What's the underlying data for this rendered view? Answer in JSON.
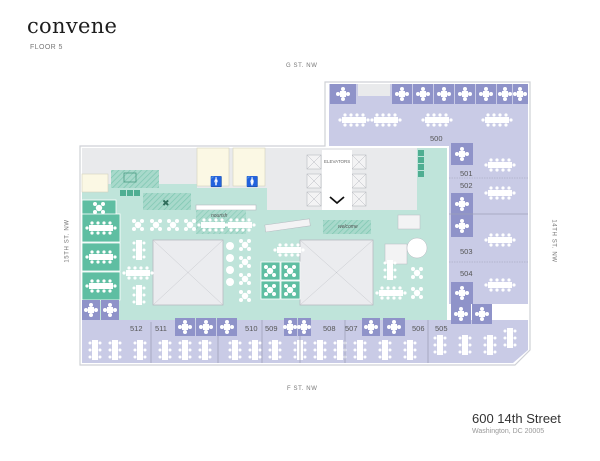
{
  "header": {
    "brand": "convene",
    "floor": "FLOOR 5"
  },
  "streets": {
    "north": "G ST. NW",
    "south": "F ST. NW",
    "west": "15TH ST. NW",
    "east": "14TH ST. NW"
  },
  "address": {
    "street": "600 14th Street",
    "city": "Washington, DC 20005"
  },
  "rooms": {
    "r500": "500",
    "r501": "501",
    "r502": "502",
    "r503": "503",
    "r504": "504",
    "r505": "505",
    "r506": "506",
    "r507": "507",
    "r508": "508",
    "r509": "509",
    "r510": "510",
    "r511": "511",
    "r512": "512"
  },
  "labels": {
    "elevators": "ELEVATORS",
    "nourish": "nourish",
    "welcome": "welcome"
  },
  "colors": {
    "office_purple": "#8f93c9",
    "office_light": "#c9cbe6",
    "common_mint": "#bfe4da",
    "meeting_teal": "#5fbea2",
    "core_gray": "#e9eaec",
    "restroom_cream": "#fbf8e4",
    "wall": "#b7b9c0"
  }
}
